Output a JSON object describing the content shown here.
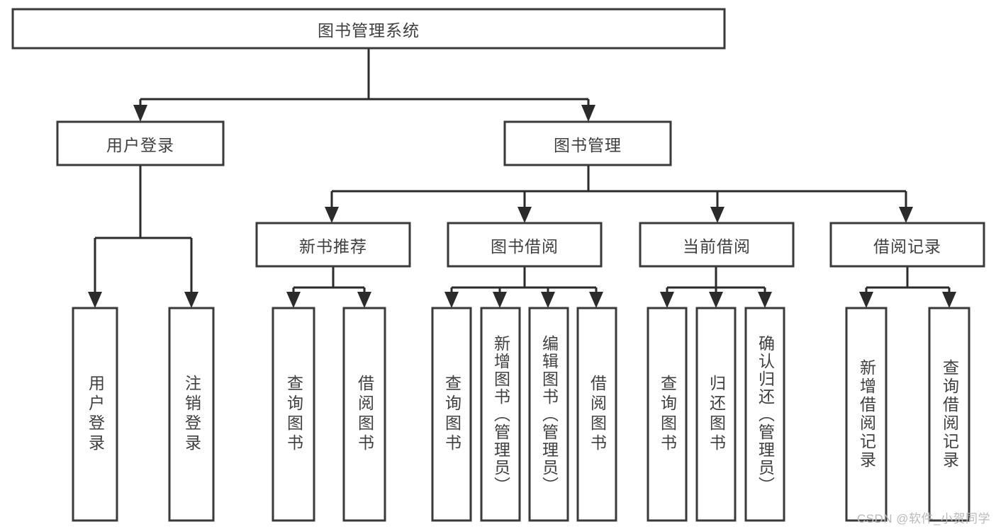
{
  "diagram": {
    "title": "图书管理系统",
    "type": "hierarchy-tree",
    "colors": {
      "box_border": "#3a3a3a",
      "box_fill": "#ffffff",
      "connector": "#2b2b2b",
      "text": "#3f3f3f",
      "watermark": "#b9b9b9",
      "background": "#ffffff"
    },
    "levels": {
      "root": {
        "label": "图书管理系统"
      },
      "level2": [
        {
          "label": "用户登录"
        },
        {
          "label": "图书管理"
        }
      ],
      "level3": [
        {
          "label": "新书推荐"
        },
        {
          "label": "图书借阅"
        },
        {
          "label": "当前借阅"
        },
        {
          "label": "借阅记录"
        }
      ],
      "leaves": {
        "user_login": [
          {
            "label": "用户登录"
          },
          {
            "label": "注销登录"
          }
        ],
        "new_book_recommend": [
          {
            "label": "查询图书"
          },
          {
            "label": "借阅图书"
          }
        ],
        "book_borrow": [
          {
            "label": "查询图书"
          },
          {
            "label": "新增图书（管理员）"
          },
          {
            "label": "编辑图书（管理员）"
          },
          {
            "label": "借阅图书"
          }
        ],
        "current_borrow": [
          {
            "label": "查询图书"
          },
          {
            "label": "归还图书"
          },
          {
            "label": "确认归还（管理员）"
          }
        ],
        "borrow_record": [
          {
            "label": "新增借阅记录"
          },
          {
            "label": "查询借阅记录"
          }
        ]
      }
    },
    "watermark": "CSDN @软件_小贺同学"
  }
}
